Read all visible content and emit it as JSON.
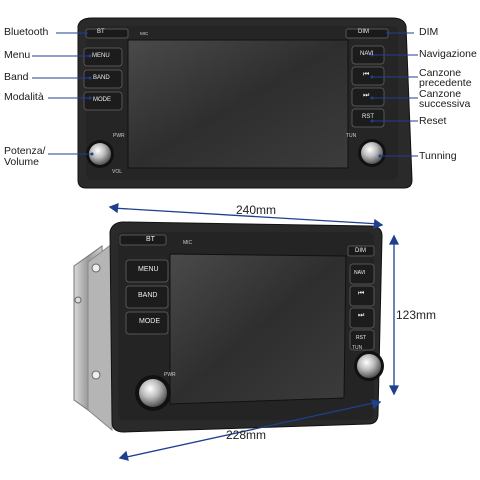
{
  "callouts_left": {
    "bluetooth": "Bluetooth",
    "menu": "Menu",
    "band": "Band",
    "modalita": "Modalità",
    "potenza_line1": "Potenza/",
    "potenza_line2": "Volume"
  },
  "callouts_right": {
    "dim": "DIM",
    "navigazione": "Navigazione",
    "canzone_prec_line1": "Canzone",
    "canzone_prec_line2": "precedente",
    "canzone_succ_line1": "Canzone",
    "canzone_succ_line2": "successiva",
    "reset": "Reset",
    "tunning": "Tunning"
  },
  "top_unit": {
    "bt": "BT",
    "mic": "MIC",
    "dim": "DIM",
    "menu": "MENU",
    "band": "BAND",
    "mode": "MODE",
    "navi": "NAVI",
    "prev": "⏮",
    "next": "⏭",
    "rst": "RST",
    "pwr": "PWR",
    "vol": "VOL",
    "tun": "TUN"
  },
  "bottom_unit": {
    "bt": "BT",
    "mic": "MIC",
    "dim": "DIM",
    "menu": "MENU",
    "band": "BAND",
    "mode": "MODE",
    "navi": "NAVI",
    "prev": "⏮",
    "next": "⏭",
    "rst": "RST",
    "pwr": "PWR",
    "tun": "TUN"
  },
  "dimensions": {
    "width_top": "240mm",
    "height": "123mm",
    "width_bottom": "228mm"
  },
  "colors": {
    "bezel": "#2b2b2b",
    "screen": "#3a3a3a",
    "dimension_line": "#1f3f8f",
    "callout_line": "#1f3f8f"
  }
}
